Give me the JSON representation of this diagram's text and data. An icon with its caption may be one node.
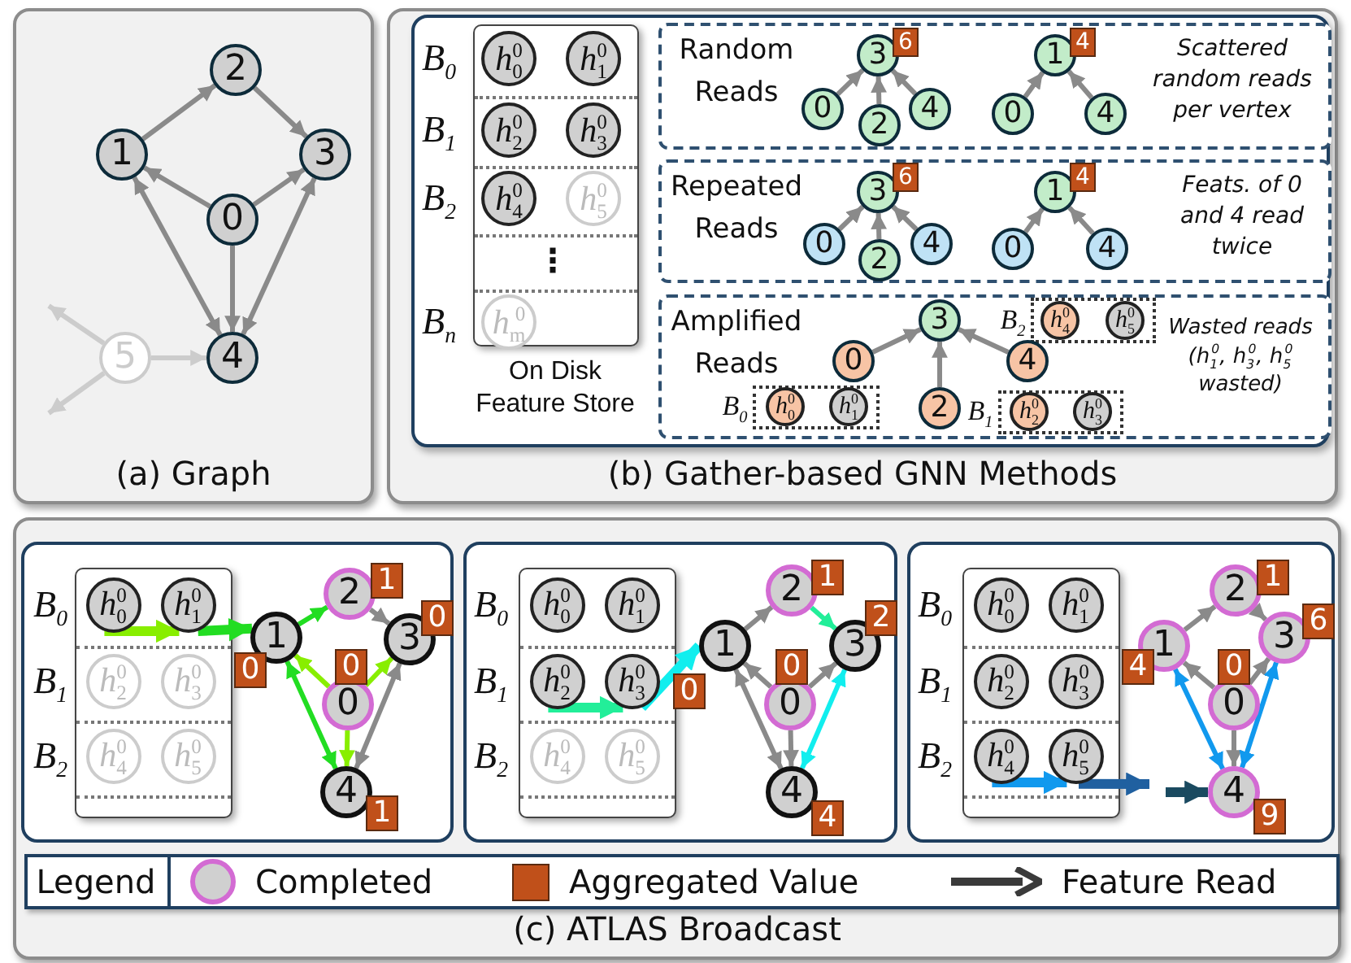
{
  "diagram": {
    "nodes": [
      {
        "text": [
          "(a) Graph"
        ]
      },
      {
        "text": [
          "2"
        ],
        "in": 0
      },
      {
        "text": [
          "1"
        ],
        "in": 0
      },
      {
        "text": [
          "3"
        ],
        "in": 0
      },
      {
        "text": [
          "0"
        ],
        "in": 0
      },
      {
        "text": [
          "4"
        ],
        "in": 0
      },
      {
        "text": [
          "5"
        ],
        "in": 0
      },
      {
        "text": [
          "(b) Gather-based GNN Methods"
        ]
      },
      {
        "text": [],
        "shape": "box",
        "in": 7
      },
      {
        "text": [
          "On Disk Feature Store"
        ],
        "in": 8
      },
      {
        "text": [
          "h$_{0}$$^{0}$"
        ],
        "in": 9
      },
      {
        "text": [
          "h$_{1}$$^{0}$"
        ],
        "in": 9
      },
      {
        "text": [
          "h$_{2}$$^{0}$"
        ],
        "in": 9
      },
      {
        "text": [
          "h$_{3}$$^{0}$"
        ],
        "in": 9
      },
      {
        "text": [
          "h$_{4}$$^{0}$"
        ],
        "in": 9
      },
      {
        "text": [
          "h$_{5}$$^{0}$"
        ],
        "in": 9
      },
      {
        "text": [
          "h$_{m}$$^{0}$"
        ],
        "in": 9
      },
      {
        "text": [
          "Random Reads",
          "Scattered random reads per vertex"
        ],
        "in": 8
      },
      {
        "text": [
          "3"
        ],
        "in": 17,
        "beside": [
          "6"
        ]
      },
      {
        "text": [
          "0"
        ],
        "in": 17
      },
      {
        "text": [
          "2"
        ],
        "in": 17
      },
      {
        "text": [
          "4"
        ],
        "in": 17
      },
      {
        "text": [
          "1"
        ],
        "in": 17,
        "beside": [
          "4"
        ]
      },
      {
        "text": [
          "0"
        ],
        "in": 17
      },
      {
        "text": [
          "4"
        ],
        "in": 17
      },
      {
        "text": [
          "Repeated Reads",
          "Feats. of 0 and 4 read twice"
        ],
        "in": 8
      },
      {
        "text": [
          "3"
        ],
        "in": 25,
        "beside": [
          "6"
        ]
      },
      {
        "text": [
          "0"
        ],
        "in": 25
      },
      {
        "text": [
          "2"
        ],
        "in": 25
      },
      {
        "text": [
          "4"
        ],
        "in": 25
      },
      {
        "text": [
          "1"
        ],
        "in": 25,
        "beside": [
          "4"
        ]
      },
      {
        "text": [
          "0"
        ],
        "in": 25
      },
      {
        "text": [
          "4"
        ],
        "in": 25
      },
      {
        "text": [
          "Amplified Reads",
          "Wasted reads (h$_{1}$$^{0}$, h$_{3}$$^{0}$, h$_{5}$$^{0}$ wasted)"
        ],
        "in": 8
      },
      {
        "text": [
          "3"
        ],
        "in": 33
      },
      {
        "text": [
          "0"
        ],
        "in": 33
      },
      {
        "text": [
          "4"
        ],
        "in": 33
      },
      {
        "text": [
          "2"
        ],
        "in": 33
      },
      {
        "text": [],
        "shape": "box",
        "in": 33,
        "beside": [
          "B$_{2}$"
        ]
      },
      {
        "text": [
          "h$_{4}$$^{0}$"
        ],
        "in": 38
      },
      {
        "text": [
          "h$_{5}$$^{0}$"
        ],
        "in": 38
      },
      {
        "text": [],
        "shape": "box",
        "in": 33,
        "beside": [
          "B$_{0}$"
        ]
      },
      {
        "text": [
          "h$_{0}$$^{0}$"
        ],
        "in": 41
      },
      {
        "text": [
          "h$_{1}$$^{0}$"
        ],
        "in": 41
      },
      {
        "text": [],
        "shape": "box",
        "in": 33,
        "beside": [
          "B$_{1}$"
        ]
      },
      {
        "text": [
          "h$_{2}$$^{0}$"
        ],
        "in": 44
      },
      {
        "text": [
          "h$_{3}$$^{0}$"
        ],
        "in": 44
      },
      {
        "text": [
          "(c) ATLAS Broadcast"
        ]
      },
      {
        "text": [],
        "shape": "box",
        "in": 47
      },
      {
        "text": [],
        "shape": "box",
        "in": 48
      },
      {
        "text": [
          "h$_{0}$$^{0}$"
        ],
        "in": 49
      },
      {
        "text": [
          "h$_{1}$$^{0}$"
        ],
        "in": 49
      },
      {
        "text": [
          "h$_{2}$$^{0}$"
        ],
        "in": 49
      },
      {
        "text": [
          "h$_{3}$$^{0}$"
        ],
        "in": 49
      },
      {
        "text": [
          "h$_{4}$$^{0}$"
        ],
        "in": 49
      },
      {
        "text": [
          "h$_{5}$$^{0}$"
        ],
        "in": 49
      },
      {
        "text": [
          "2"
        ],
        "in": 48,
        "beside": [
          "1"
        ]
      },
      {
        "text": [
          "1"
        ],
        "in": 48,
        "beside": [
          "0"
        ]
      },
      {
        "text": [
          "3"
        ],
        "in": 48,
        "beside": [
          "0"
        ]
      },
      {
        "text": [
          "0"
        ],
        "in": 48,
        "beside": [
          "0"
        ]
      },
      {
        "text": [
          "4"
        ],
        "in": 48,
        "beside": [
          "1"
        ]
      },
      {
        "text": [],
        "shape": "box",
        "in": 47
      },
      {
        "text": [],
        "shape": "box",
        "in": 61
      },
      {
        "text": [
          "h$_{0}$$^{0}$"
        ],
        "in": 62
      },
      {
        "text": [
          "h$_{1}$$^{0}$"
        ],
        "in": 62
      },
      {
        "text": [
          "h$_{2}$$^{0}$"
        ],
        "in": 62
      },
      {
        "text": [
          "h$_{3}$$^{0}$"
        ],
        "in": 62
      },
      {
        "text": [
          "h$_{4}$$^{0}$"
        ],
        "in": 62
      },
      {
        "text": [
          "h$_{5}$$^{0}$"
        ],
        "in": 62
      },
      {
        "text": [
          "2"
        ],
        "in": 61,
        "beside": [
          "1"
        ]
      },
      {
        "text": [
          "1"
        ],
        "in": 61,
        "beside": [
          "0"
        ]
      },
      {
        "text": [
          "3"
        ],
        "in": 61,
        "beside": [
          "2"
        ]
      },
      {
        "text": [
          "0"
        ],
        "in": 61,
        "beside": [
          "0"
        ]
      },
      {
        "text": [
          "4"
        ],
        "in": 61,
        "beside": [
          "4"
        ]
      },
      {
        "text": [],
        "shape": "box",
        "in": 47
      },
      {
        "text": [],
        "shape": "box",
        "in": 74
      },
      {
        "text": [
          "h$_{0}$$^{0}$"
        ],
        "in": 75
      },
      {
        "text": [
          "h$_{1}$$^{0}$"
        ],
        "in": 75
      },
      {
        "text": [
          "h$_{2}$$^{0}$"
        ],
        "in": 75
      },
      {
        "text": [
          "h$_{3}$$^{0}$"
        ],
        "in": 75
      },
      {
        "text": [
          "h$_{4}$$^{0}$"
        ],
        "in": 75
      },
      {
        "text": [
          "h$_{5}$$^{0}$"
        ],
        "in": 75
      },
      {
        "text": [
          "2"
        ],
        "in": 74,
        "beside": [
          "1"
        ]
      },
      {
        "text": [
          "1"
        ],
        "in": 74,
        "beside": [
          "4"
        ]
      },
      {
        "text": [
          "3"
        ],
        "in": 74,
        "beside": [
          "6"
        ]
      },
      {
        "text": [
          "0"
        ],
        "in": 74,
        "beside": [
          "0"
        ]
      },
      {
        "text": [
          "4"
        ],
        "in": 74,
        "beside": [
          "9"
        ]
      }
    ],
    "edges": [
      {
        "from": 2,
        "to": 1,
        "arrow": "to"
      },
      {
        "from": 1,
        "to": 3,
        "arrow": "to"
      },
      {
        "from": 4,
        "to": 2,
        "arrow": "to"
      },
      {
        "from": 4,
        "to": 3,
        "arrow": "to"
      },
      {
        "from": 4,
        "to": 5,
        "arrow": "to"
      },
      {
        "from": 2,
        "to": 5,
        "arrow": "both"
      },
      {
        "from": 3,
        "to": 5,
        "arrow": "both"
      },
      {
        "from": 6,
        "to": 5,
        "arrow": "to",
        "color": "#cccccc"
      },
      {
        "from": 6,
        "to": null,
        "arrow": "to",
        "color": "#cccccc"
      },
      {
        "from": 6,
        "to": null,
        "arrow": "to",
        "color": "#cccccc"
      },
      {
        "from": 19,
        "to": 18,
        "arrow": "to"
      },
      {
        "from": 20,
        "to": 18,
        "arrow": "to"
      },
      {
        "from": 21,
        "to": 18,
        "arrow": "to"
      },
      {
        "from": 23,
        "to": 22,
        "arrow": "to"
      },
      {
        "from": 24,
        "to": 22,
        "arrow": "to"
      },
      {
        "from": 27,
        "to": 26,
        "arrow": "to"
      },
      {
        "from": 28,
        "to": 26,
        "arrow": "to"
      },
      {
        "from": 29,
        "to": 26,
        "arrow": "to"
      },
      {
        "from": 31,
        "to": 30,
        "arrow": "to"
      },
      {
        "from": 32,
        "to": 30,
        "arrow": "to"
      },
      {
        "from": 35,
        "to": 34,
        "arrow": "to"
      },
      {
        "from": 37,
        "to": 34,
        "arrow": "to"
      },
      {
        "from": 36,
        "to": 34,
        "arrow": "to"
      },
      {
        "from": 50,
        "to": 51,
        "arrow": "to",
        "style": "thick",
        "color": "#88ee00"
      },
      {
        "from": 51,
        "to": 57,
        "arrow": "to",
        "style": "thick",
        "color": "#22dd22"
      },
      {
        "from": 57,
        "to": 56,
        "arrow": "to",
        "color": "#22dd22"
      },
      {
        "from": 56,
        "to": 58,
        "arrow": "to"
      },
      {
        "from": 59,
        "to": 57,
        "arrow": "to",
        "color": "#88ee00"
      },
      {
        "from": 59,
        "to": 58,
        "arrow": "to",
        "color": "#88ee00"
      },
      {
        "from": 59,
        "to": 60,
        "arrow": "to",
        "color": "#88ee00"
      },
      {
        "from": 57,
        "to": 60,
        "arrow": "both",
        "color": "#22dd22"
      },
      {
        "from": 58,
        "to": 60,
        "arrow": "both"
      },
      {
        "from": 65,
        "to": 66,
        "arrow": "to",
        "style": "thick",
        "color": "#22ee99"
      },
      {
        "from": 66,
        "to": 70,
        "arrow": "to",
        "style": "thick",
        "color": "#11eeee"
      },
      {
        "from": 70,
        "to": 69,
        "arrow": "to"
      },
      {
        "from": 69,
        "to": 71,
        "arrow": "to",
        "color": "#22ee99"
      },
      {
        "from": 72,
        "to": 70,
        "arrow": "to"
      },
      {
        "from": 72,
        "to": 71,
        "arrow": "to"
      },
      {
        "from": 72,
        "to": 73,
        "arrow": "to"
      },
      {
        "from": 70,
        "to": 73,
        "arrow": "both"
      },
      {
        "from": 71,
        "to": 73,
        "arrow": "both",
        "color": "#11eeee"
      },
      {
        "from": 80,
        "to": 81,
        "arrow": "to",
        "style": "thick",
        "color": "#1199ee"
      },
      {
        "from": 81,
        "to": null,
        "arrow": "to",
        "style": "thick",
        "color": "#2060a0"
      },
      {
        "from": null,
        "to": 86,
        "arrow": "to",
        "style": "thick",
        "color": "#1a4a60"
      },
      {
        "from": 83,
        "to": 82,
        "arrow": "to"
      },
      {
        "from": 82,
        "to": 84,
        "arrow": "to"
      },
      {
        "from": 85,
        "to": 83,
        "arrow": "to"
      },
      {
        "from": 85,
        "to": 84,
        "arrow": "to"
      },
      {
        "from": 85,
        "to": 86,
        "arrow": "to"
      },
      {
        "from": 83,
        "to": 86,
        "arrow": "both",
        "color": "#1199ee"
      },
      {
        "from": 84,
        "to": 86,
        "arrow": "both",
        "color": "#1199ee"
      }
    ],
    "labels": [
      "B$_{0}$",
      "B$_{1}$",
      "B$_{2}$",
      "⋮",
      "B$_{n}$",
      "B$_{0}$",
      "B$_{1}$",
      "B$_{2}$",
      "B$_{0}$",
      "B$_{1}$",
      "B$_{2}$",
      "B$_{0}$",
      "B$_{1}$",
      "B$_{2}$",
      "Legend"
    ],
    "legend": [
      {
        "text": "Completed"
      },
      {
        "text": "Aggregated Value",
        "color": "#c0501a"
      },
      {
        "text": "Feature Read"
      }
    ]
  }
}
